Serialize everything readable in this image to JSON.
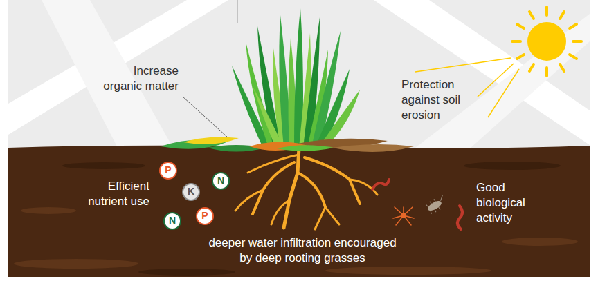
{
  "diagram": {
    "nodes": [
      {
        "text": [
          "P"
        ]
      },
      {
        "text": [
          "N"
        ]
      },
      {
        "text": [
          "K"
        ]
      },
      {
        "text": [
          "P"
        ]
      },
      {
        "text": [
          "N"
        ]
      }
    ],
    "labels": [
      "Increase organic matter",
      "Protection against soil erosion",
      "Efficient nutrient use",
      "Good biological activity",
      "deeper water infiltration encouraged by deep rooting grasses"
    ]
  }
}
